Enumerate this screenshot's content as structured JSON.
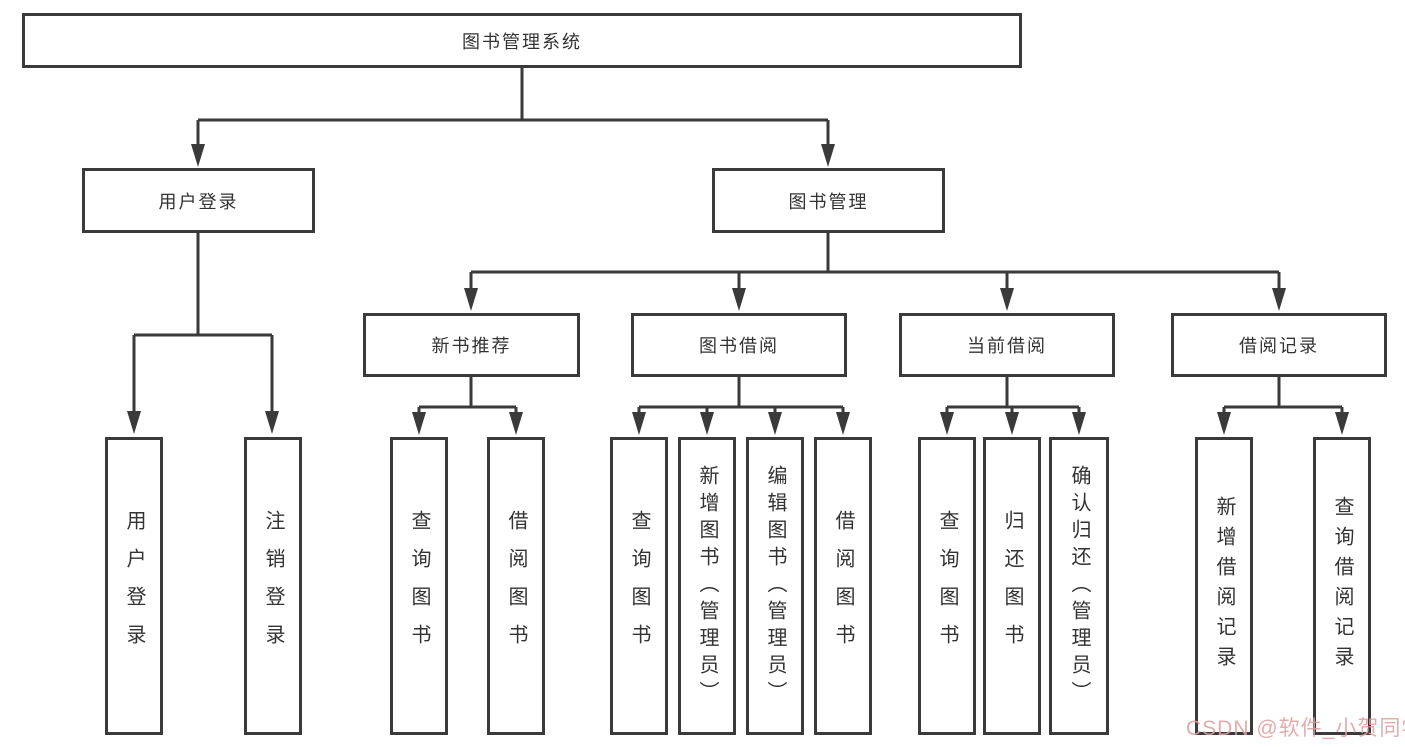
{
  "nodes": {
    "root": {
      "label": "图书管理系统"
    },
    "user_login": {
      "label": "用户登录",
      "leaves": [
        "用户登录",
        "注销登录"
      ]
    },
    "book_mgmt": {
      "label": "图书管理"
    },
    "new_books": {
      "label": "新书推荐",
      "leaves": [
        "查询图书",
        "借阅图书"
      ]
    },
    "book_borrow": {
      "label": "图书借阅",
      "leaves": [
        "查询图书",
        "新增图书（管理员）",
        "编辑图书（管理员）",
        "借阅图书"
      ]
    },
    "current_borrow": {
      "label": "当前借阅",
      "leaves": [
        "查询图书",
        "归还图书",
        "确认归还（管理员）"
      ]
    },
    "borrow_records": {
      "label": "借阅记录",
      "leaves": [
        "新增借阅记录",
        "查询借阅记录"
      ]
    }
  },
  "watermark": {
    "text": "CSDN @软件_小贺同学",
    "color": "#dea0a0"
  },
  "colors": {
    "line": "#3a3a3a",
    "text": "#333333",
    "background": "#ffffff"
  }
}
